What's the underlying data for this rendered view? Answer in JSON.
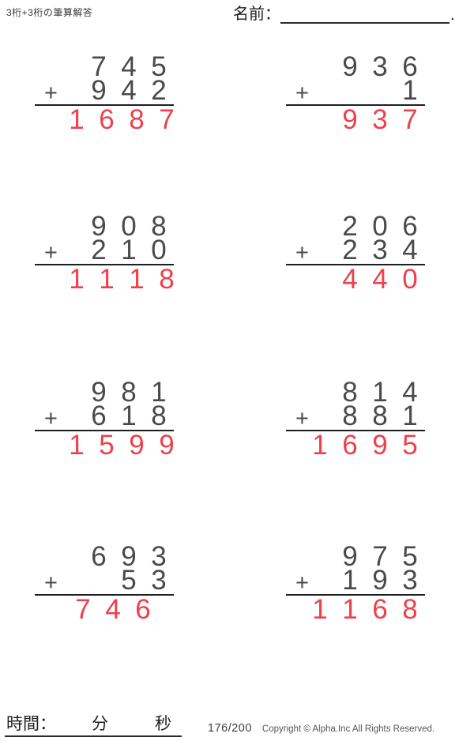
{
  "header": {
    "title": "3桁+3桁の筆算解答",
    "name_label": "名前：",
    "name_line_end": "."
  },
  "operator": "+",
  "problems": [
    {
      "addend1": "745",
      "addend2": "942",
      "answer": "1687"
    },
    {
      "addend1": "936",
      "addend2": "1",
      "answer": "937"
    },
    {
      "addend1": "908",
      "addend2": "210",
      "answer": "1118"
    },
    {
      "addend1": "206",
      "addend2": "234",
      "answer": "440"
    },
    {
      "addend1": "981",
      "addend2": "618",
      "answer": "1599"
    },
    {
      "addend1": "814",
      "addend2": "881",
      "answer": "1695"
    },
    {
      "addend1": "693",
      "addend2": "53",
      "answer": "746"
    },
    {
      "addend1": "975",
      "addend2": "193",
      "answer": "1168"
    }
  ],
  "footer": {
    "time_label": "時間：",
    "minutes_label": "分",
    "seconds_label": "秒",
    "page_number": "176/200",
    "copyright": "Copyright © Alpha.Inc All Rights Reserved."
  },
  "colors": {
    "answer_red": "#ef404b",
    "digit_gray": "#4a4a4a",
    "line_dark": "#1f1f1f"
  }
}
